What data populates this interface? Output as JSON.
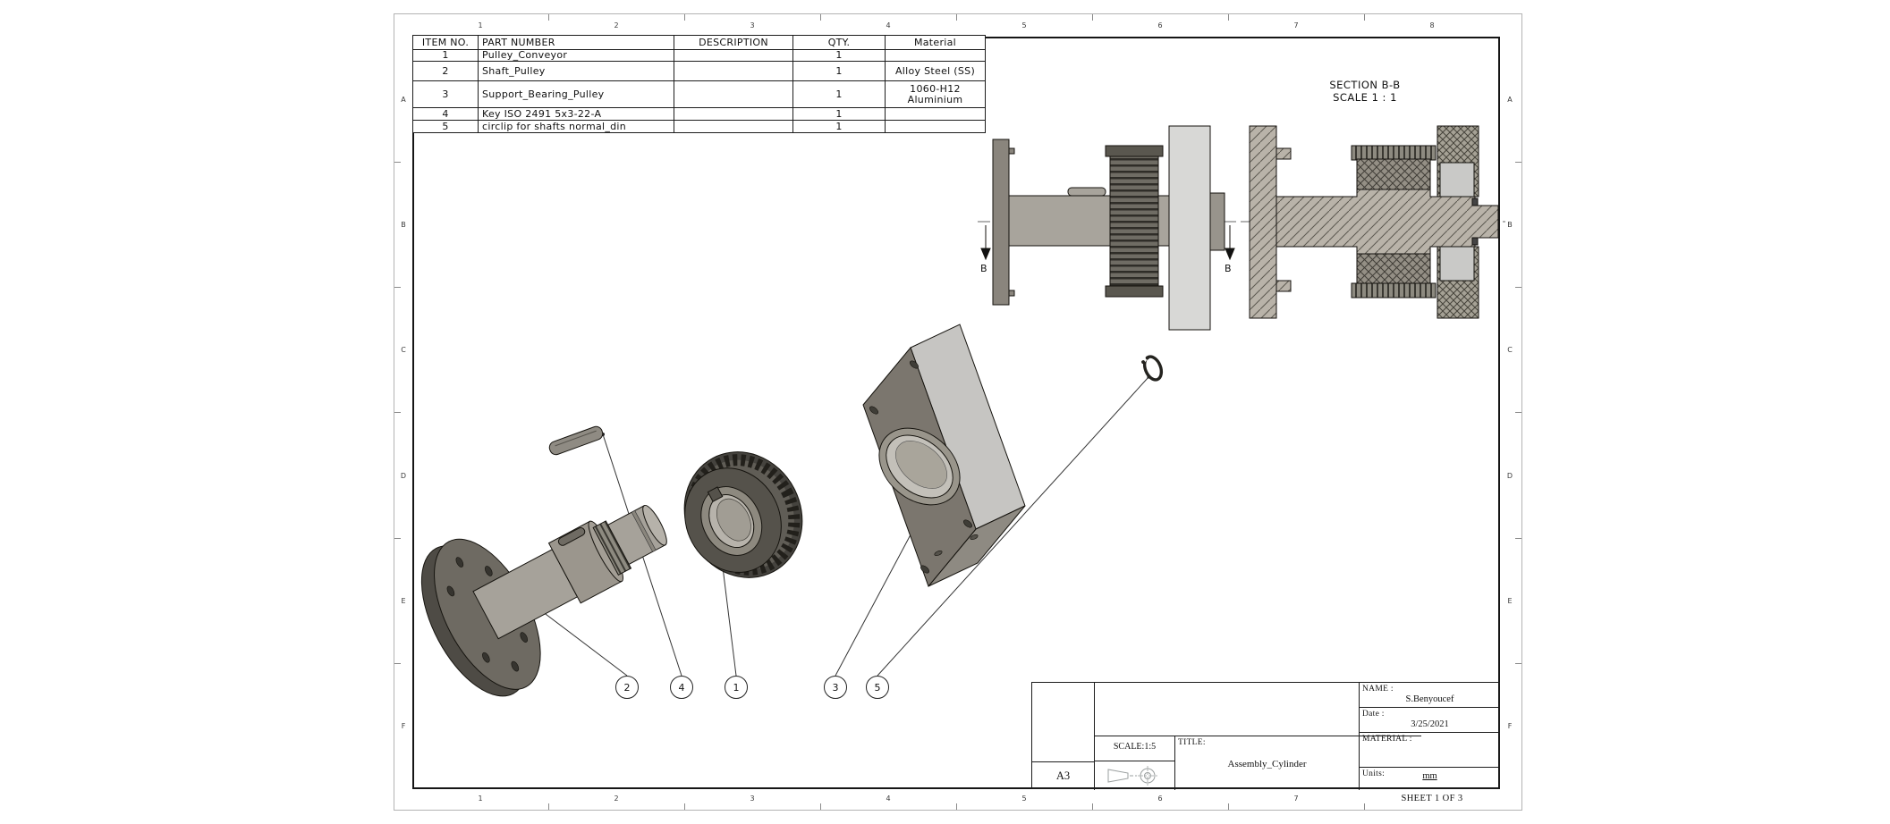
{
  "grid": {
    "cols": [
      "1",
      "2",
      "3",
      "4",
      "5",
      "6",
      "7",
      "8"
    ],
    "rows": [
      "A",
      "B",
      "C",
      "D",
      "E",
      "F"
    ]
  },
  "bom": {
    "headers": [
      "ITEM NO.",
      "PART NUMBER",
      "DESCRIPTION",
      "QTY.",
      "Material"
    ],
    "rows": [
      {
        "item": "1",
        "part": "Pulley_Conveyor",
        "description": "",
        "qty": "1",
        "material": ""
      },
      {
        "item": "2",
        "part": "Shaft_Pulley",
        "description": "",
        "qty": "1",
        "material": "Alloy Steel (SS)"
      },
      {
        "item": "3",
        "part": "Support_Bearing_Pulley",
        "description": "",
        "qty": "1",
        "material": "1060-H12 Aluminium"
      },
      {
        "item": "4",
        "part": "Key ISO 2491 5x3-22-A",
        "description": "",
        "qty": "1",
        "material": ""
      },
      {
        "item": "5",
        "part": "circlip for shafts normal_din",
        "description": "",
        "qty": "1",
        "material": ""
      }
    ]
  },
  "section_view": {
    "title": "SECTION B-B",
    "scale_note": "SCALE 1 : 1",
    "arrow_label": "B"
  },
  "balloons": [
    "2",
    "4",
    "1",
    "3",
    "5"
  ],
  "title_block": {
    "size": "A3",
    "scale_label": "SCALE:1:5",
    "title_label": "TITLE:",
    "title_value": "Assembly_Cylinder",
    "name_label": "NAME :",
    "name_value": "S.Benyoucef",
    "date_label": "Date :",
    "date_value": "3/25/2021",
    "material_label": "MATERIAL :",
    "units_label": "Units:",
    "units_value": "mm",
    "sheet_label": "SHEET 1 OF 3"
  },
  "colors": {
    "part_gray": "#a6a29a",
    "dark_part": "#55524b",
    "plate_light": "#d8d8d6",
    "line": "#151515"
  }
}
